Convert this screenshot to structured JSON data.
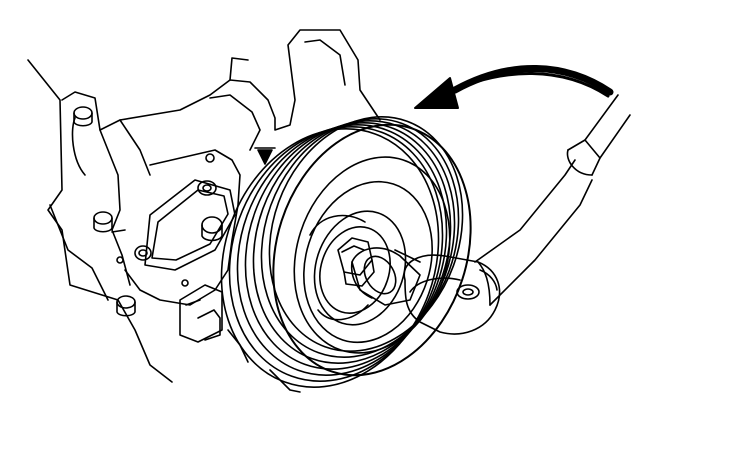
{
  "illustration": {
    "subject": "crankshaft-pulley-removal",
    "icons": [
      "engine-block",
      "timing-cover",
      "crankshaft-pulley",
      "pulley-bolt",
      "socket",
      "ratchet-wrench",
      "rotation-arrow-icon",
      "timing-mark-icon"
    ],
    "colors": {
      "line": "#000000",
      "background": "#ffffff"
    }
  }
}
